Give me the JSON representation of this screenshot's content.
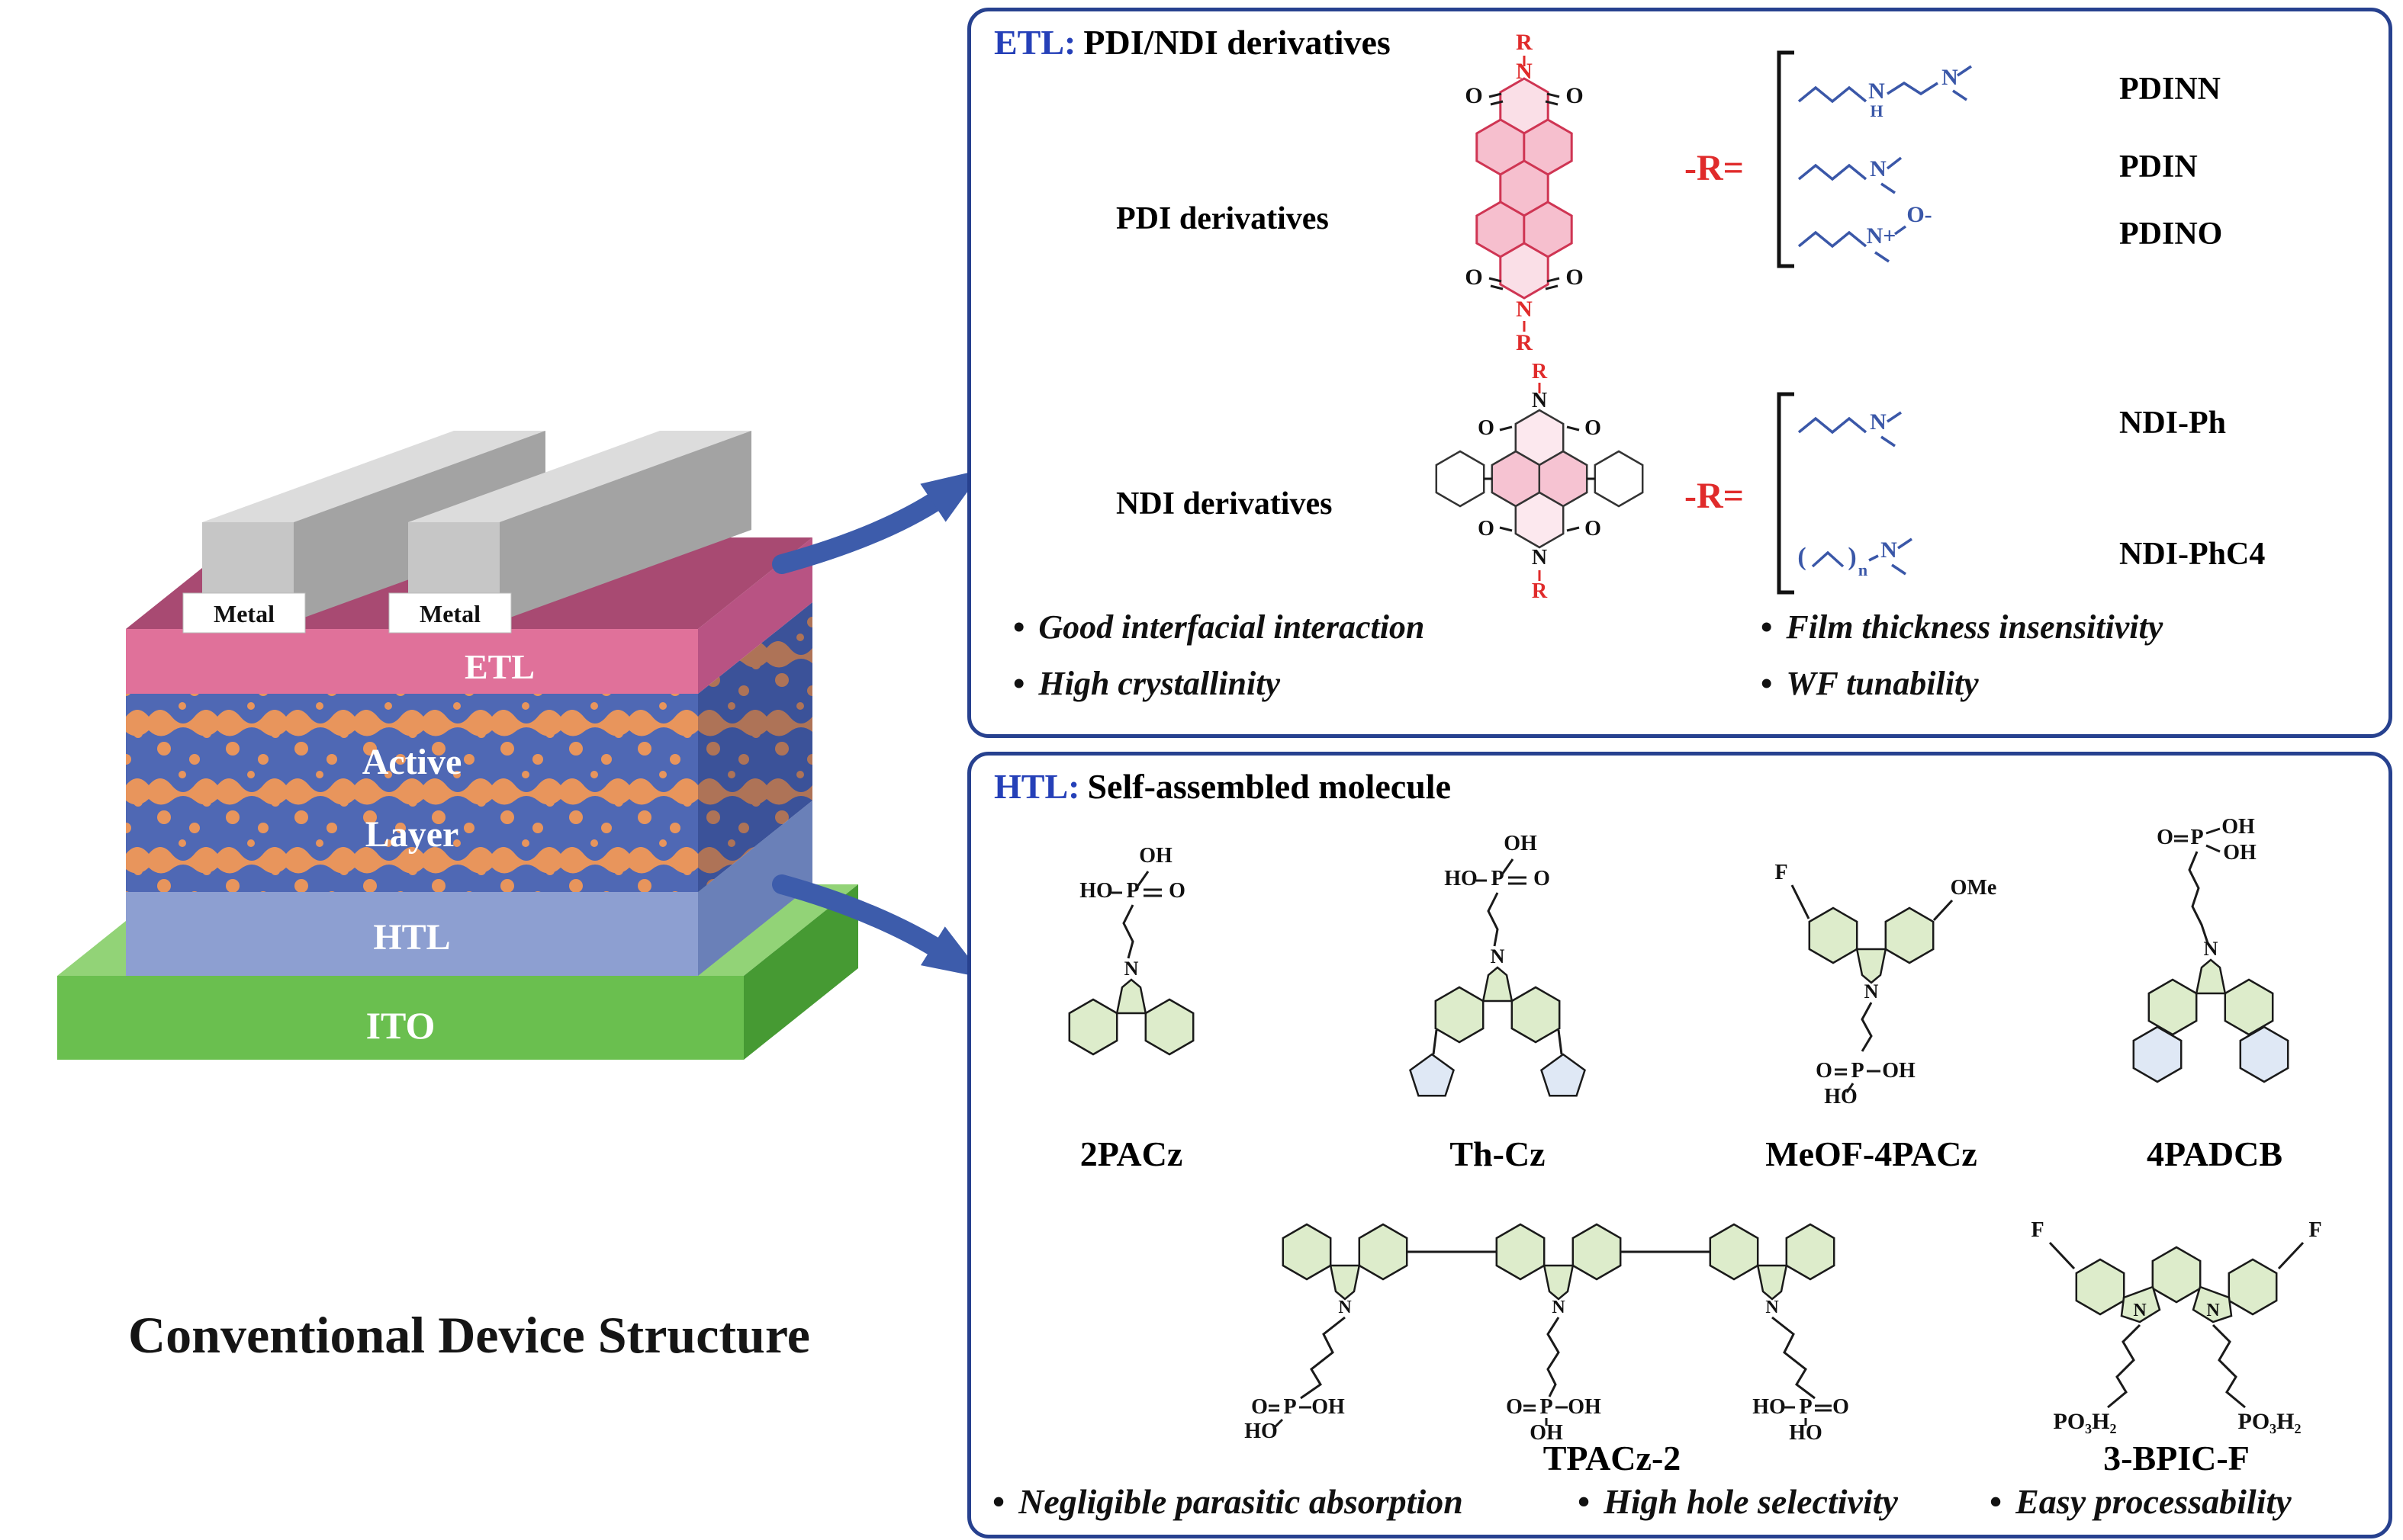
{
  "ui": {
    "bullet": "•"
  },
  "left": {
    "title": "Conventional Device Structure",
    "device": {
      "metal1": "Metal",
      "metal2": "Metal",
      "etl": "ETL",
      "active1": "Active",
      "active2": "Layer",
      "htl": "HTL",
      "ito": "ITO"
    }
  },
  "etl_panel": {
    "tag": "ETL:",
    "heading": "PDI/NDI derivatives",
    "pdi_label": "PDI derivatives",
    "ndi_label": "NDI derivatives",
    "r_equals": "-R=",
    "pdi_r_names": [
      "PDINN",
      "PDIN",
      "PDINO"
    ],
    "ndi_r_names": [
      "NDI-Ph",
      "NDI-PhC4"
    ],
    "bullets_left": [
      "Good interfacial interaction",
      "High crystallinity"
    ],
    "bullets_right": [
      "Film thickness insensitivity",
      "WF tunability"
    ]
  },
  "htl_panel": {
    "tag": "HTL:",
    "heading": "Self-assembled molecule",
    "molecules": [
      "2PACz",
      "Th-Cz",
      "MeOF-4PACz",
      "4PADCB",
      "TPACz-2",
      "3-BPIC-F"
    ],
    "bullets": [
      "Negligible parasitic absorption",
      "High hole selectivity",
      "Easy processability"
    ]
  },
  "atoms": {
    "R": "R",
    "N": "N",
    "H": "H",
    "O": "O",
    "P": "P",
    "F": "F",
    "OH": "OH",
    "HO": "HO",
    "OMe": "OMe",
    "N_plus": "N+",
    "O_minus": "O-",
    "n": "n",
    "paren_open": "(",
    "paren_close": ")",
    "po3h2": "PO₃H₂"
  },
  "colors": {
    "panel_border": "#27418f",
    "accent_blue": "#2540b8",
    "red": "#e02b2b",
    "chain_blue": "#3a57a8",
    "arrow_blue": "#3d5cab",
    "ring_green": "#ddeccb",
    "ring_pink": "#f6bfce",
    "etl_pink": "#e0719a",
    "htl_blue": "#8d9fd1",
    "ito_green": "#6abf4f",
    "active_blue": "#4f68b4",
    "active_orange": "#e8955c",
    "metal_gray": "#c6c6c6"
  }
}
